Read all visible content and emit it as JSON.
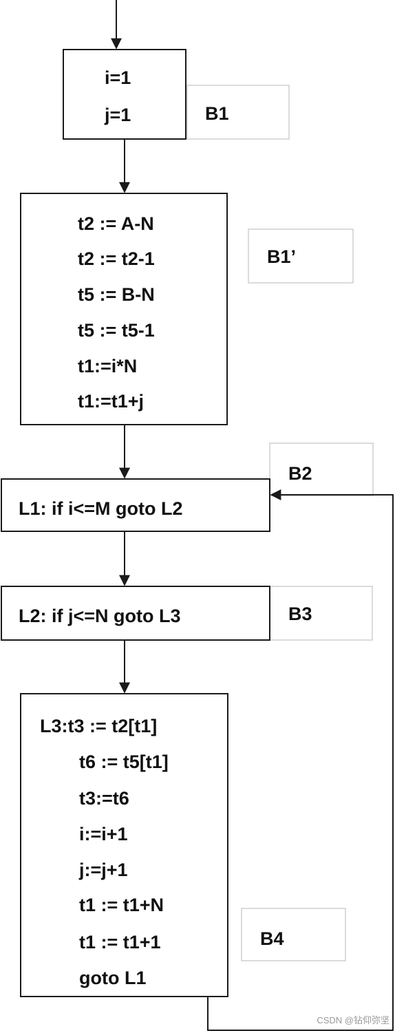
{
  "blocks": {
    "b1": {
      "label": "B1",
      "lines": [
        "i=1",
        "j=1"
      ]
    },
    "b1p": {
      "label": "B1’",
      "lines": [
        "t2 := A-N",
        "t2 := t2-1",
        "t5 := B-N",
        "t5 := t5-1",
        "t1:=i*N",
        "t1:=t1+j"
      ]
    },
    "b2": {
      "label": "B2",
      "lines": [
        "L1: if i<=M goto L2"
      ]
    },
    "b3": {
      "label": "B3",
      "lines": [
        "L2: if j<=N goto L3"
      ]
    },
    "b4": {
      "label": "B4",
      "lines": [
        "L3:t3 := t2[t1]",
        "t6 := t5[t1]",
        "t3:=t6",
        "i:=i+1",
        "j:=j+1",
        "t1 := t1+N",
        "t1 := t1+1",
        "goto L1"
      ]
    }
  },
  "watermark": "CSDN @钻仰弥坚"
}
